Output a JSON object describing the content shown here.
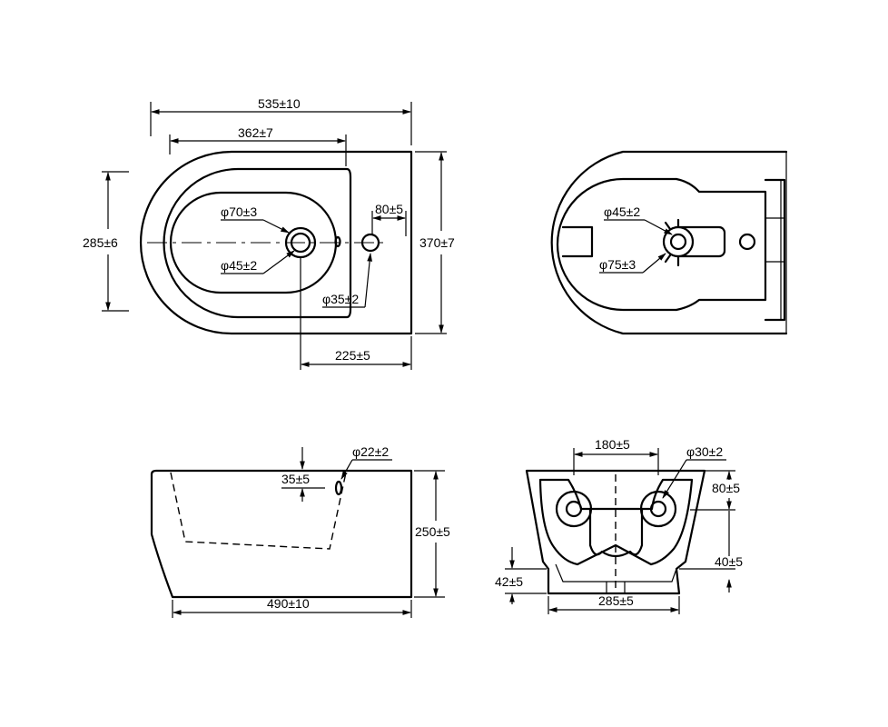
{
  "top_view": {
    "overall_length": "535±10",
    "rim_to_tap": "362±7",
    "inner_width": "285±6",
    "overall_width": "370±7",
    "drain_outer": "φ70±3",
    "drain_inner": "φ45±2",
    "tap_offset": "80±5",
    "tap_hole": "φ35±2",
    "drain_to_back": "225±5"
  },
  "bottom_view": {
    "inlet": "φ45±2",
    "outlet": "φ75±3"
  },
  "side_view": {
    "overflow_hole": "φ22±2",
    "overflow_height": "35±5",
    "height": "250±5",
    "length": "490±10"
  },
  "back_view": {
    "fixing_centres": "180±5",
    "fixing_hole": "φ30±2",
    "fixing_height": "80±5",
    "drain_height": "40±5",
    "foot_height": "42±5",
    "base_width": "285±5"
  }
}
